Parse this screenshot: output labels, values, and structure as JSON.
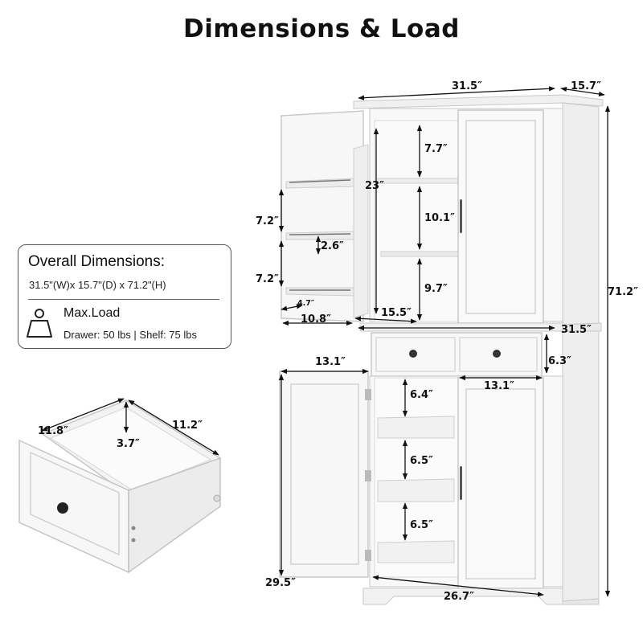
{
  "title": "Dimensions & Load",
  "info": {
    "heading": "Overall Dimensions:",
    "dimensions": "31.5\"(W)x 15.7\"(D) x 71.2\"(H)",
    "max_load_label": "Max.Load",
    "capacity": "Drawer: 50 lbs  | Shelf: 75 lbs",
    "icon": "weight-icon"
  },
  "colors": {
    "cabinet_white": "#f6f6f6",
    "outline": "#bdbdbd",
    "arrow": "#111111"
  },
  "dims": {
    "top_width": "31.5″",
    "top_depth": "15.7″",
    "total_height": "71.2″",
    "mid_width": "31.5″",
    "shelf_gap_top": "7.7″",
    "shelf_gap_mid": "10.1″",
    "shelf_gap_low": "9.7″",
    "door_shelf_height": "23″",
    "rack_gap_upper": "7.2″",
    "rack_gap_lower": "7.2″",
    "rack_rail": "2.6″",
    "rack_depth": "4.7″",
    "upper_door_width": "10.8″",
    "shelf_depth": "15.5″",
    "drawer_height": "6.3″",
    "lower_left_width": "13.1″",
    "drawer_width": "13.1″",
    "pullout_gap_1": "6.4″",
    "pullout_gap_2": "6.5″",
    "pullout_gap_3": "6.5″",
    "lower_height": "29.5″",
    "base_width": "26.7″",
    "drawer_detail_depth": "11.8″",
    "drawer_detail_inner_height": "3.7″",
    "drawer_detail_width": "11.2″"
  }
}
